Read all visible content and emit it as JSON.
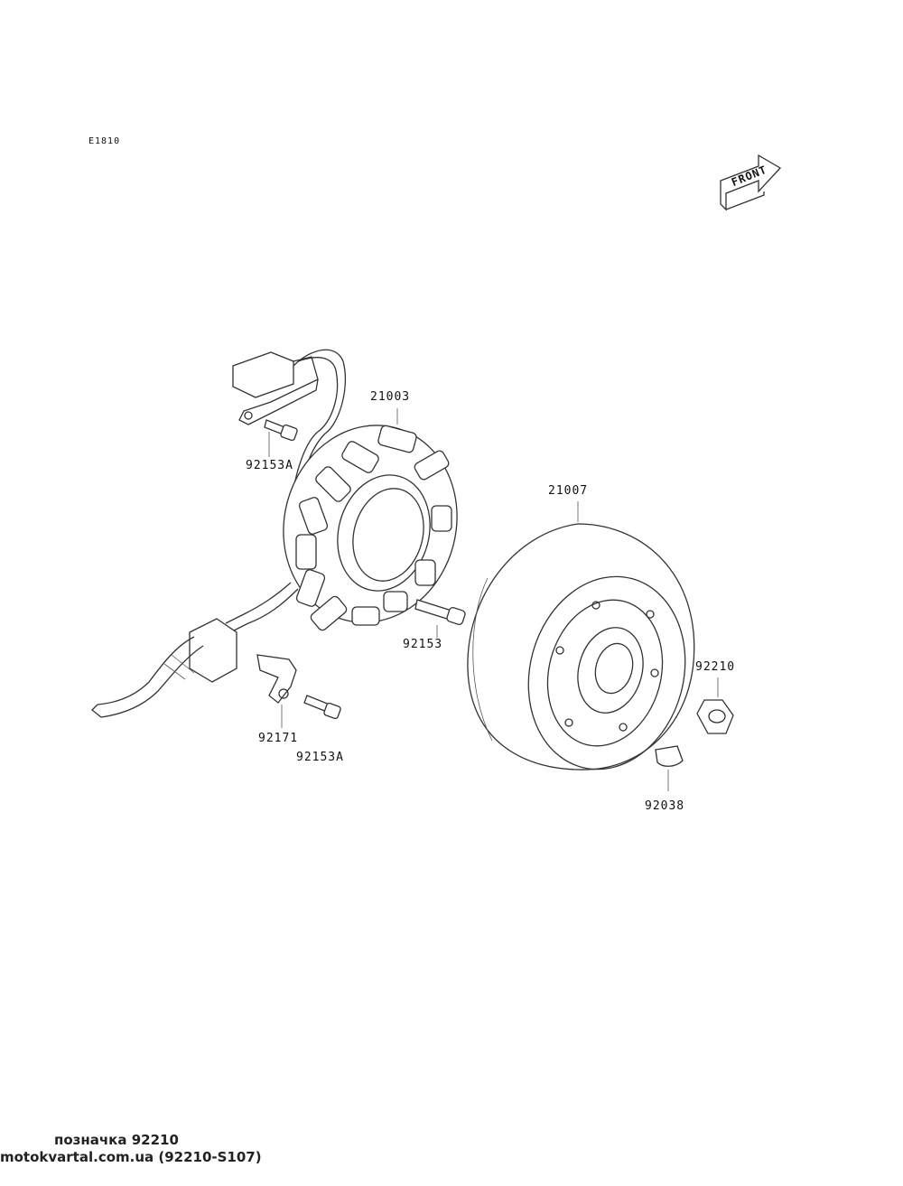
{
  "diagram_code": "E1810",
  "front_label": "FRONT",
  "parts": {
    "stator": "21003",
    "flywheel": "21007",
    "stator_bolt": "92153",
    "wire_bolt_top": "92153A",
    "wire_bolt_bottom": "92153A",
    "clamp": "92171",
    "nut": "92210",
    "key": "92038"
  },
  "footer": {
    "caption": "позначка 92210",
    "source": "motokvartal.com.ua (92210-S107)"
  }
}
